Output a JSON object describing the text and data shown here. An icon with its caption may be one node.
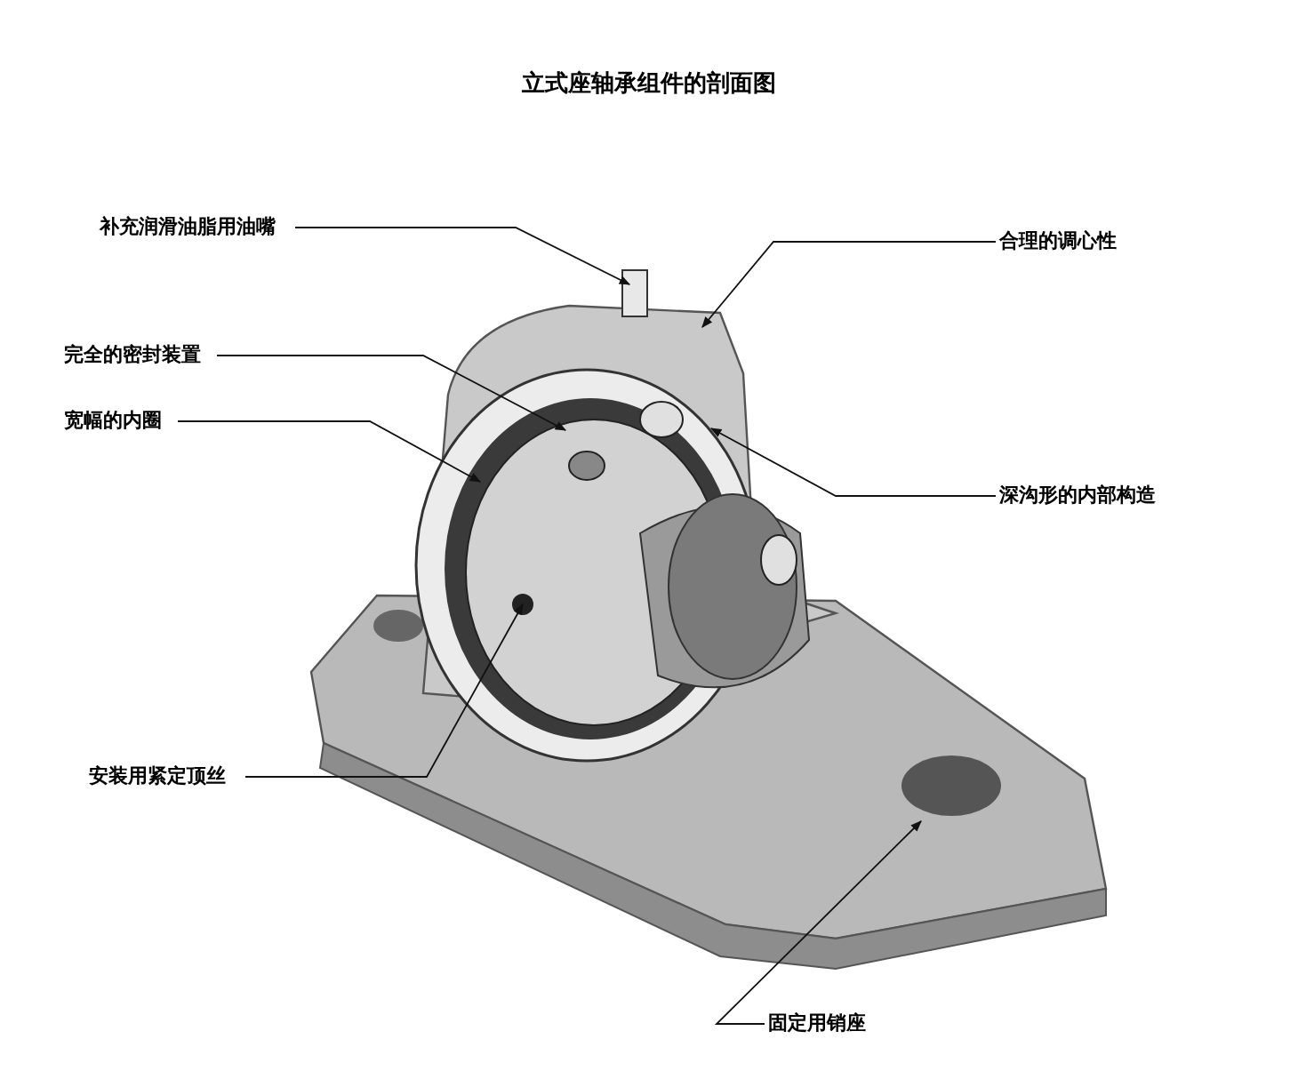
{
  "diagram": {
    "title": "立式座轴承组件的剖面图",
    "nodes": [
      {
        "text": [
          "补充润滑油脂用油嘴"
        ]
      },
      {
        "text": [
          "合理的调心性"
        ]
      },
      {
        "text": [
          "完全的密封装置"
        ]
      },
      {
        "text": [
          "宽幅的内圈"
        ]
      },
      {
        "text": [
          "深沟形的内部构造"
        ]
      },
      {
        "text": [
          "安装用紧定顶丝"
        ]
      },
      {
        "text": [
          "固定用销座"
        ]
      }
    ],
    "edges": [
      {
        "from": 0,
        "to": null,
        "arrow": "to"
      },
      {
        "from": 1,
        "to": null,
        "arrow": "to"
      },
      {
        "from": 2,
        "to": null,
        "arrow": "to"
      },
      {
        "from": 3,
        "to": null,
        "arrow": "to"
      },
      {
        "from": 4,
        "to": null,
        "arrow": "to"
      },
      {
        "from": 5,
        "to": null,
        "arrow": "to"
      },
      {
        "from": 6,
        "to": null,
        "arrow": "to"
      }
    ]
  }
}
